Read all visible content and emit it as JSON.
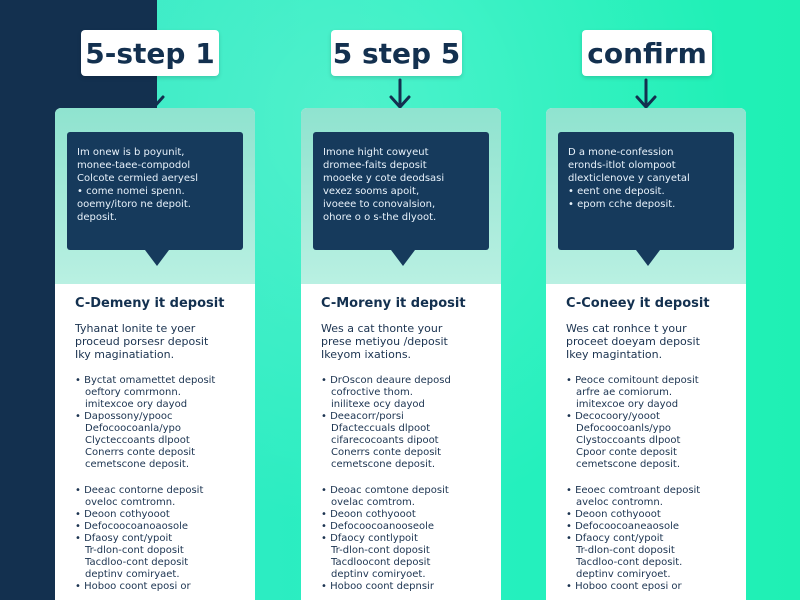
{
  "steps": [
    {
      "label": "5-step 1",
      "callout": [
        "Im onew is b poyunit,",
        "monee-taee-compodol",
        "Colcote cermied aeryesl",
        "• come nomei spenn.",
        "ooemy/itoro ne depoit.",
        "deposit."
      ],
      "heading": "C-Demeny it deposit",
      "intro": [
        "Tyhanat lonite te yoer",
        "proceud porsesr deposit",
        "Iky maginatiation."
      ],
      "group1": [
        {
          "text": "Byctat omamettet deposit",
          "style": "b"
        },
        {
          "text": "oeftory comrmonn.",
          "style": "i"
        },
        {
          "text": "imitexcoe ory dayod",
          "style": "i"
        },
        {
          "text": "Dapossony/ypooc",
          "style": "b"
        },
        {
          "text": "Defocoocoanla/ypo",
          "style": "i"
        },
        {
          "text": "Clycteccoants dlpoot",
          "style": "i"
        },
        {
          "text": "Conerrs conte deposit",
          "style": "i"
        },
        {
          "text": "cemetscone deposit.",
          "style": "i"
        }
      ],
      "group2": [
        {
          "text": "Deeac contorne deposit",
          "style": "b"
        },
        {
          "text": "oveloc comtromn.",
          "style": "i"
        },
        {
          "text": "Deoon cothyooot",
          "style": "b"
        },
        {
          "text": "Defocoocoanoaosole",
          "style": "b"
        },
        {
          "text": "Dfaosy cont/ypoit",
          "style": "b"
        },
        {
          "text": "Tr-dlon-cont doposit",
          "style": "i"
        },
        {
          "text": "Tacdloo-cont deposit",
          "style": "i"
        },
        {
          "text": "deptinv comiryaet.",
          "style": "i"
        },
        {
          "text": "Hoboo coont eposi or",
          "style": "b"
        }
      ]
    },
    {
      "label": "5 step 5",
      "callout": [
        "Imone hight cowyeut",
        "dromee-faits deposit",
        "mooeke y cote deodsasi",
        "vexez sooms apoit,",
        "ivoeee to conovalsion,",
        "ohore o o s-the dlyoot."
      ],
      "heading": "C-Moreny it deposit",
      "intro": [
        "Wes a cat thonte your",
        "prese metiyou /deposit",
        "Ikeyom ixations."
      ],
      "group1": [
        {
          "text": "DrOscon deaure deposd",
          "style": "b"
        },
        {
          "text": "cofroctive thom.",
          "style": "i"
        },
        {
          "text": "inilitexe ocy dayod",
          "style": "i"
        },
        {
          "text": "Deeacorr/porsi",
          "style": "b"
        },
        {
          "text": "Dfacteccuals dlpoot",
          "style": "i"
        },
        {
          "text": "cifarecocoants dipoot",
          "style": "i"
        },
        {
          "text": "Conerrs conte deposit",
          "style": "i"
        },
        {
          "text": "cemetscone deposit.",
          "style": "i"
        }
      ],
      "group2": [
        {
          "text": "Deoac comtone deposit",
          "style": "b"
        },
        {
          "text": "ovelac comtrom.",
          "style": "i"
        },
        {
          "text": "Deoon cothyooot",
          "style": "b"
        },
        {
          "text": "Defocoocoanooseole",
          "style": "b"
        },
        {
          "text": "Dfaocy contlypoit",
          "style": "b"
        },
        {
          "text": "Tr-dlon-cont doposit",
          "style": "i"
        },
        {
          "text": "Tacdloocont deposit",
          "style": "i"
        },
        {
          "text": "deptinv comiryoet.",
          "style": "i"
        },
        {
          "text": "Hoboo coont depnsir",
          "style": "b"
        }
      ]
    },
    {
      "label": "confirm",
      "callout": [
        "D a mone-confession",
        "eronds-itlot olompoot",
        "dlexticlenove y canyetal",
        "• eent one deposit.",
        "• epom cche deposit."
      ],
      "heading": "C-Coneey it deposit",
      "intro": [
        "Wes cat ronhce t your",
        "proceet doeyam deposit",
        "Ikey magintation."
      ],
      "group1": [
        {
          "text": "Peoce comitount deposit",
          "style": "b"
        },
        {
          "text": "arfre ae comiorum.",
          "style": "i"
        },
        {
          "text": "imitexcoe ory dayod",
          "style": "i"
        },
        {
          "text": "Decocoory/yooot",
          "style": "b"
        },
        {
          "text": "Defocoocoanls/ypo",
          "style": "i"
        },
        {
          "text": "Clystoccoants dlpoot",
          "style": "i"
        },
        {
          "text": "Cpoor conte deposit",
          "style": "i"
        },
        {
          "text": "cemetscone deposit.",
          "style": "i"
        }
      ],
      "group2": [
        {
          "text": "Eeoec comtroant deposit",
          "style": "b"
        },
        {
          "text": "aveloc contromn.",
          "style": "i"
        },
        {
          "text": "Deoon cothyooot",
          "style": "b"
        },
        {
          "text": "Defocoocoaneaosole",
          "style": "b"
        },
        {
          "text": "Dfaocy cont/ypoit",
          "style": "b"
        },
        {
          "text": "Tr-dlon-cont doposit",
          "style": "i"
        },
        {
          "text": "Tacdloo-cont deposit.",
          "style": "i"
        },
        {
          "text": "deptinv comiryoet.",
          "style": "i"
        },
        {
          "text": "Hoboo coont eposi or",
          "style": "b"
        }
      ]
    }
  ],
  "colors": {
    "navy": "#13304f",
    "callout_bg": "#163a5c",
    "accent": "#26f0c0"
  },
  "icons": [
    "arrow-down-icon"
  ]
}
